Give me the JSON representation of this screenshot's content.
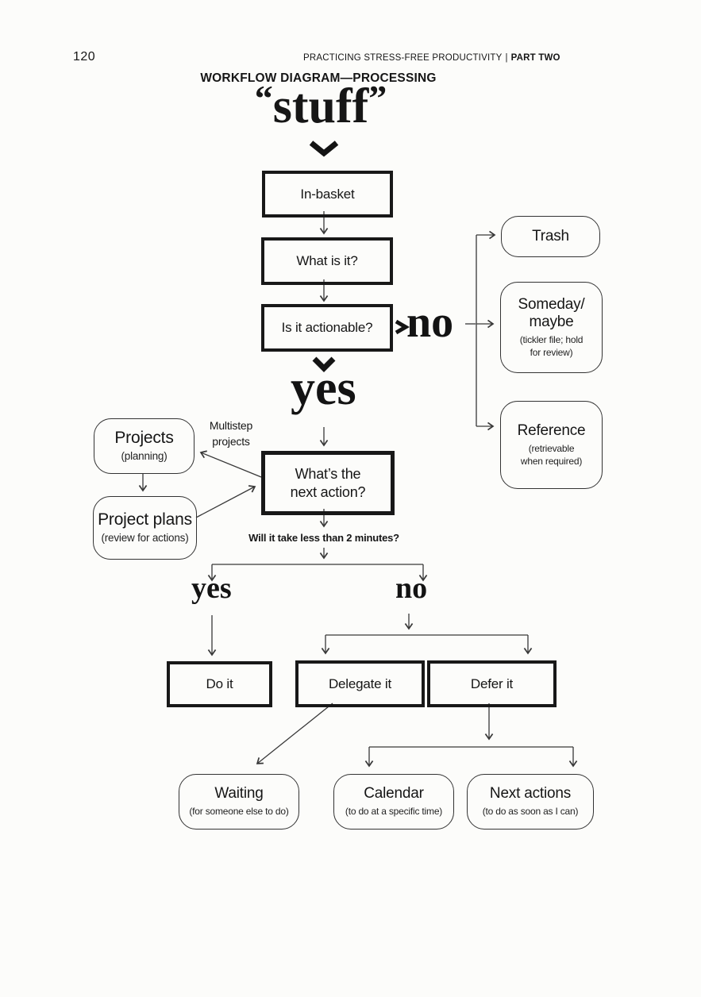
{
  "page": {
    "number": "120",
    "running_header": "PRACTICING STRESS-FREE PRODUCTIVITY",
    "separator": "|",
    "part": "PART TWO",
    "title": "WORKFLOW DIAGRAM—PROCESSING"
  },
  "diagram": {
    "stuff": {
      "open_quote": "“",
      "word": "stuff",
      "close_quote": "”"
    },
    "nodes": {
      "in_basket": {
        "label": "In-basket"
      },
      "what_is_it": {
        "label": "What is it?"
      },
      "is_it_actionable": {
        "label": "Is it actionable?"
      },
      "trash": {
        "label": "Trash"
      },
      "someday_maybe": {
        "label": "Someday/\nmaybe",
        "sub": "(tickler file; hold\nfor review)"
      },
      "reference": {
        "label": "Reference",
        "sub": "(retrievable\nwhen required)"
      },
      "whats_next_action": {
        "label": "What’s the\nnext action?"
      },
      "projects": {
        "label": "Projects",
        "sub": "(planning)"
      },
      "project_plans": {
        "label": "Project plans",
        "sub": "(review for actions)"
      },
      "do_it": {
        "label": "Do it"
      },
      "delegate_it": {
        "label": "Delegate it"
      },
      "defer_it": {
        "label": "Defer it"
      },
      "waiting": {
        "label": "Waiting",
        "sub": "(for someone else to do)"
      },
      "calendar": {
        "label": "Calendar",
        "sub": "(to do at a specific time)"
      },
      "next_actions": {
        "label": "Next actions",
        "sub": "(to do as soon as I can)"
      }
    },
    "annotations": {
      "no_actionable": "no",
      "yes_actionable": "yes",
      "multistep_projects": "Multistep\nprojects",
      "two_minutes_question": "Will it take less than 2 minutes?",
      "yes_two_minutes": "yes",
      "no_two_minutes": "no"
    },
    "ink_color": "#383838"
  }
}
